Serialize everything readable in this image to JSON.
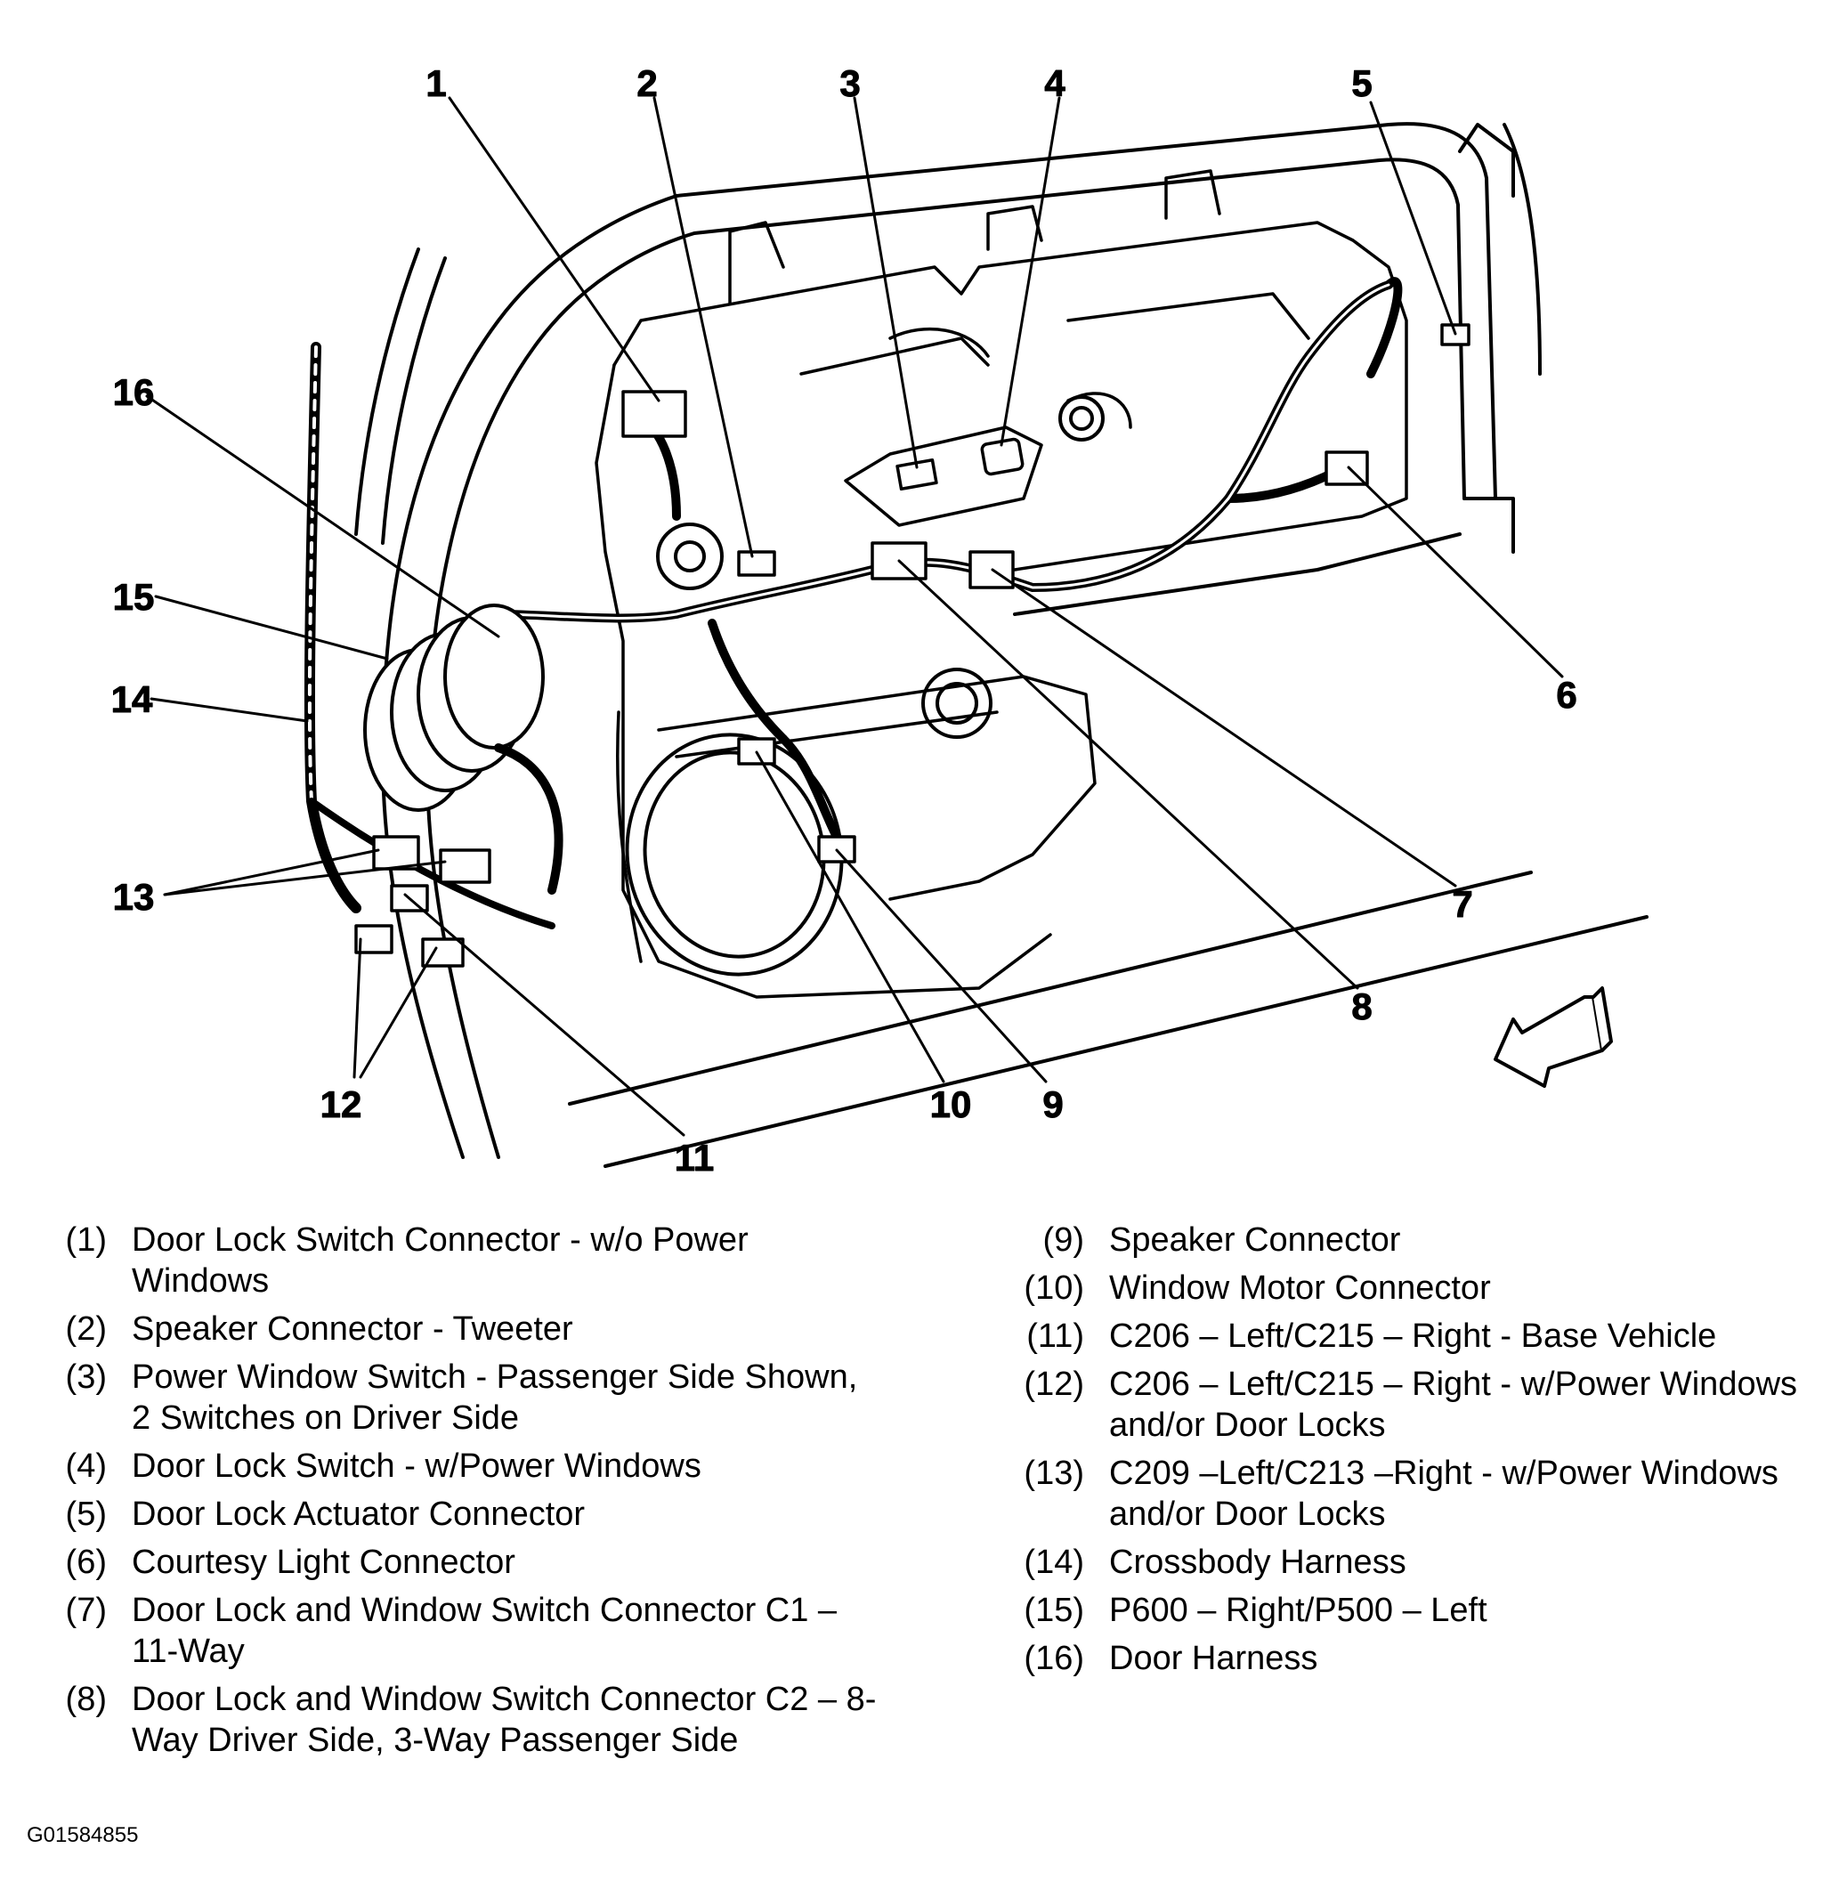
{
  "figure": {
    "callouts": [
      "1",
      "2",
      "3",
      "4",
      "5",
      "6",
      "7",
      "8",
      "9",
      "10",
      "11",
      "12",
      "13",
      "14",
      "15",
      "16"
    ]
  },
  "legend": {
    "left": [
      {
        "num": "(1)",
        "text": "Door Lock Switch Connector - w/o Power Windows"
      },
      {
        "num": "(2)",
        "text": "Speaker Connector - Tweeter"
      },
      {
        "num": "(3)",
        "text": "Power Window Switch - Passenger Side Shown, 2 Switches on Driver Side"
      },
      {
        "num": "(4)",
        "text": "Door Lock Switch - w/Power Windows"
      },
      {
        "num": "(5)",
        "text": "Door Lock Actuator Connector"
      },
      {
        "num": "(6)",
        "text": "Courtesy Light Connector"
      },
      {
        "num": "(7)",
        "text": "Door Lock and Window Switch Connector C1 – 11-Way"
      },
      {
        "num": "(8)",
        "text": "Door Lock and Window Switch Connector C2 – 8-Way Driver Side, 3-Way Passenger Side"
      }
    ],
    "right": [
      {
        "num": "(9)",
        "text": "Speaker Connector"
      },
      {
        "num": "(10)",
        "text": "Window Motor Connector"
      },
      {
        "num": "(11)",
        "text": "C206 – Left/C215 – Right - Base Vehicle"
      },
      {
        "num": "(12)",
        "text": "C206 – Left/C215 – Right - w/Power Windows and/or Door Locks"
      },
      {
        "num": "(13)",
        "text": "C209 –Left/C213 –Right - w/Power Windows and/or Door Locks"
      },
      {
        "num": "(14)",
        "text": "Crossbody Harness"
      },
      {
        "num": "(15)",
        "text": "P600 – Right/P500 – Left"
      },
      {
        "num": "(16)",
        "text": "Door Harness"
      }
    ]
  },
  "figure_id": "G01584855"
}
